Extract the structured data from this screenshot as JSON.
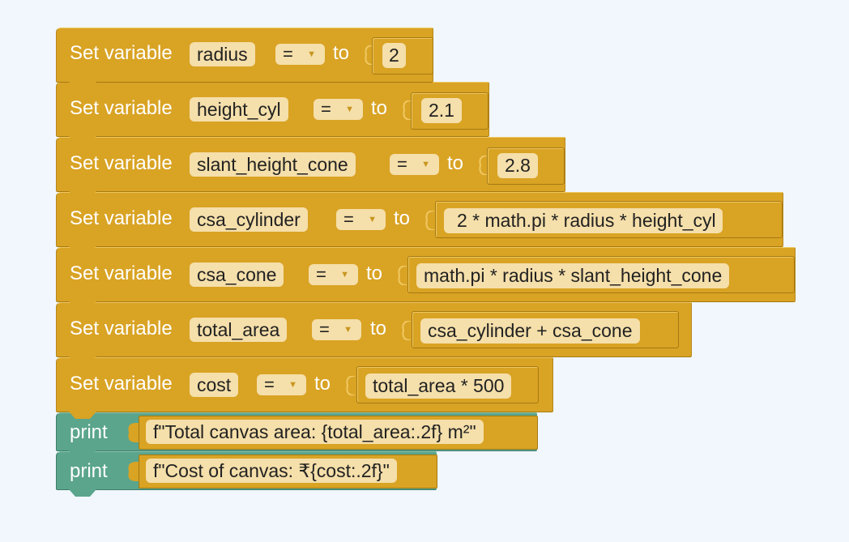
{
  "keywords": {
    "set_prefix": "Set variable",
    "to": "to",
    "operator": "=",
    "print": "print"
  },
  "colors": {
    "variable_block": "#d9a324",
    "print_block": "#5ba58c",
    "field": "#f5dfaa",
    "workspace": "#f1f7fd"
  },
  "blocks": [
    {
      "type": "set_variable",
      "variable": "radius",
      "value": "2"
    },
    {
      "type": "set_variable",
      "variable": "height_cyl",
      "value": "2.1"
    },
    {
      "type": "set_variable",
      "variable": "slant_height_cone",
      "value": "2.8"
    },
    {
      "type": "set_variable",
      "variable": "csa_cylinder",
      "value": "2 * math.pi * radius * height_cyl"
    },
    {
      "type": "set_variable",
      "variable": "csa_cone",
      "value": "math.pi * radius * slant_height_cone"
    },
    {
      "type": "set_variable",
      "variable": "total_area",
      "value": "csa_cylinder + csa_cone"
    },
    {
      "type": "set_variable",
      "variable": "cost",
      "value": "total_area * 500"
    },
    {
      "type": "print",
      "value": "f\"Total canvas area: {total_area:.2f} m²\""
    },
    {
      "type": "print",
      "value": "f\"Cost of canvas: ₹{cost:.2f}\""
    }
  ]
}
